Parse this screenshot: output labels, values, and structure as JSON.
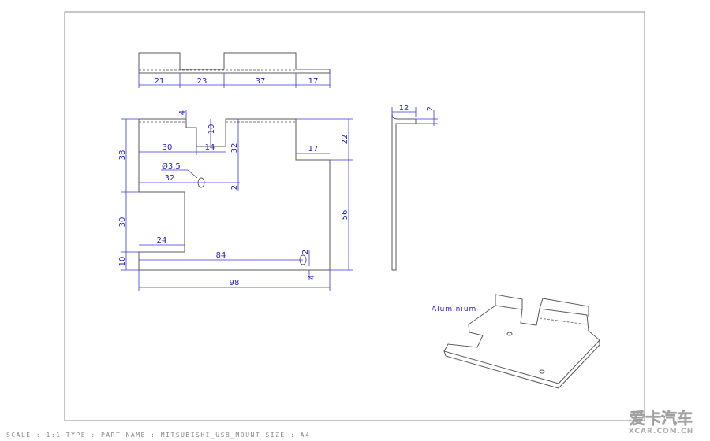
{
  "drawing": {
    "top_view_dims": [
      "21",
      "23",
      "37",
      "17"
    ],
    "front_view_dims": {
      "flange_height": "4",
      "notch_depth": "10",
      "notch_x": "30",
      "notch_width": "14",
      "notch_to_tab": "32",
      "right_step_height": "22",
      "right_step_width": "17",
      "left_upper_height": "38",
      "hole_diameter": "Ø3.5",
      "hole_x": "32",
      "hole_offset": "2",
      "left_mid_height": "30",
      "left_cut_width": "24",
      "bottom_strip_height": "10",
      "right_height": "56",
      "slot_x": "84",
      "slot_offset": "2",
      "slot_bottom": "4",
      "overall_width": "98"
    },
    "side_view_dims": [
      "12",
      "2"
    ],
    "material_label": "Aluminium"
  },
  "status_bar": {
    "text": "SCALE : 1:1    TYPE : PART  NAME : MITSUBISHI_USB_MOUNT  SIZE : A4"
  },
  "watermark": {
    "line1": "爱卡汽车",
    "line2": "XCAR.COM.CN"
  },
  "colors": {
    "dimension": "#1e1ec8",
    "part_outline": "#5a5a5a",
    "border": "#8c8c8c",
    "background": "#ffffff"
  }
}
